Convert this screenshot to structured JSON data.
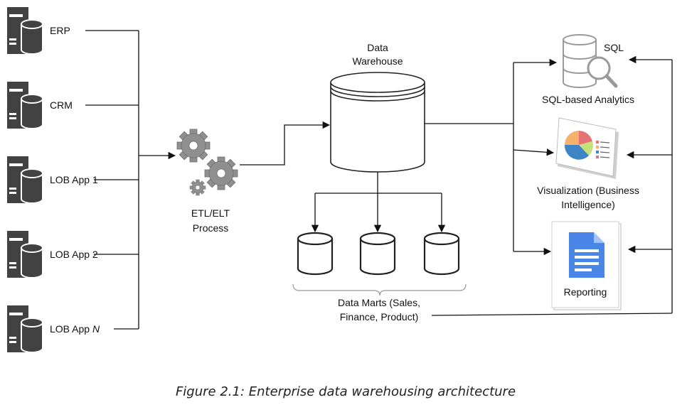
{
  "sources": [
    {
      "name": "ERP"
    },
    {
      "name": "CRM"
    },
    {
      "name": "LOB App 1"
    },
    {
      "name": "LOB App 2"
    },
    {
      "name": "LOB App ",
      "name_italic": "N"
    }
  ],
  "etl": {
    "line1": "ETL/ELT",
    "line2": "Process"
  },
  "warehouse": {
    "line1": "Data",
    "line2": "Warehouse"
  },
  "data_marts": {
    "line1": "Data Marts (Sales,",
    "line2": "Finance, Product)"
  },
  "consumers": {
    "sql_icon_label": "SQL",
    "sql_label": "SQL-based Analytics",
    "viz_line1": "Visualization (Business",
    "viz_line2": "Intelligence)",
    "reporting_label": "Reporting"
  },
  "caption": "Figure 2.1: Enterprise data warehousing architecture",
  "colors": {
    "server": "#424242",
    "gear": "#8f8f8f",
    "doc_blue": "#4a86e8",
    "db_outline": "#222222"
  }
}
